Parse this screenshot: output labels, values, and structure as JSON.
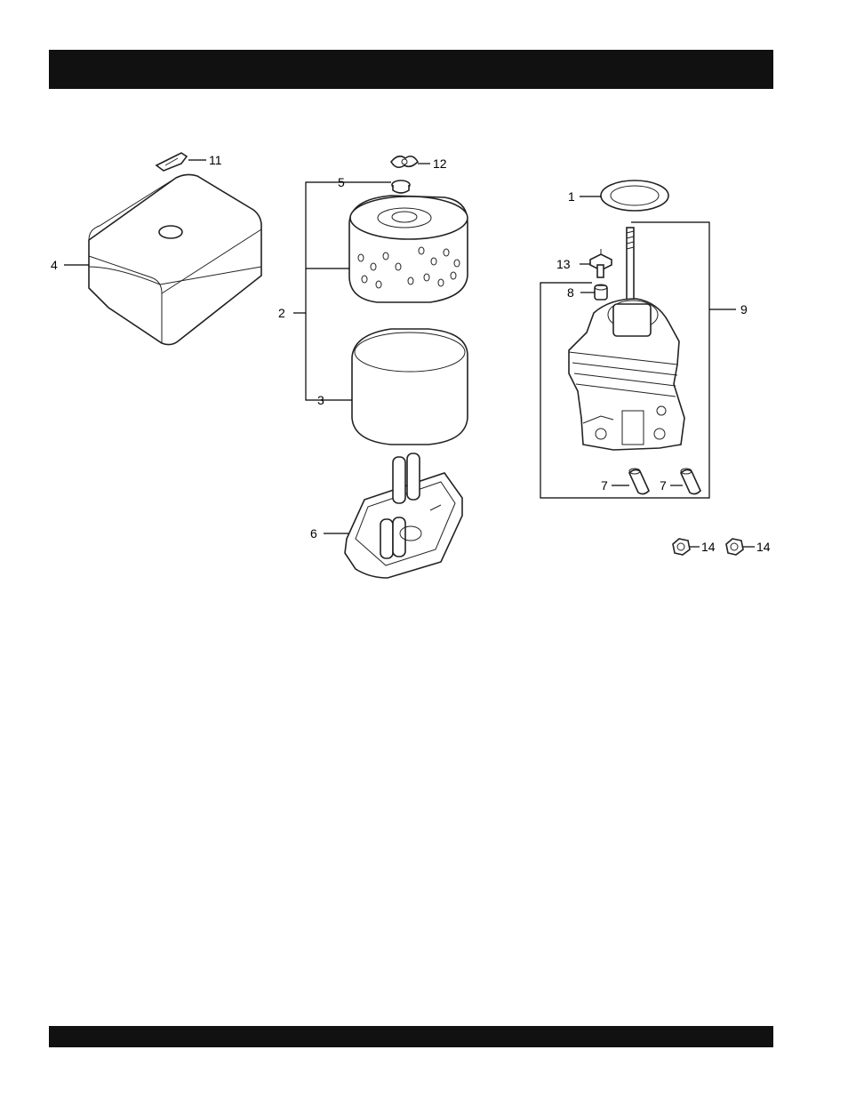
{
  "header": {
    "title": ""
  },
  "footer": {
    "text": ""
  },
  "callouts": {
    "c1": "1",
    "c2": "2",
    "c3": "3",
    "c4": "4",
    "c5": "5",
    "c6": "6",
    "c7a": "7",
    "c7b": "7",
    "c8": "8",
    "c9": "9",
    "c11": "11",
    "c12": "12",
    "c13": "13",
    "c14a": "14",
    "c14b": "14"
  }
}
